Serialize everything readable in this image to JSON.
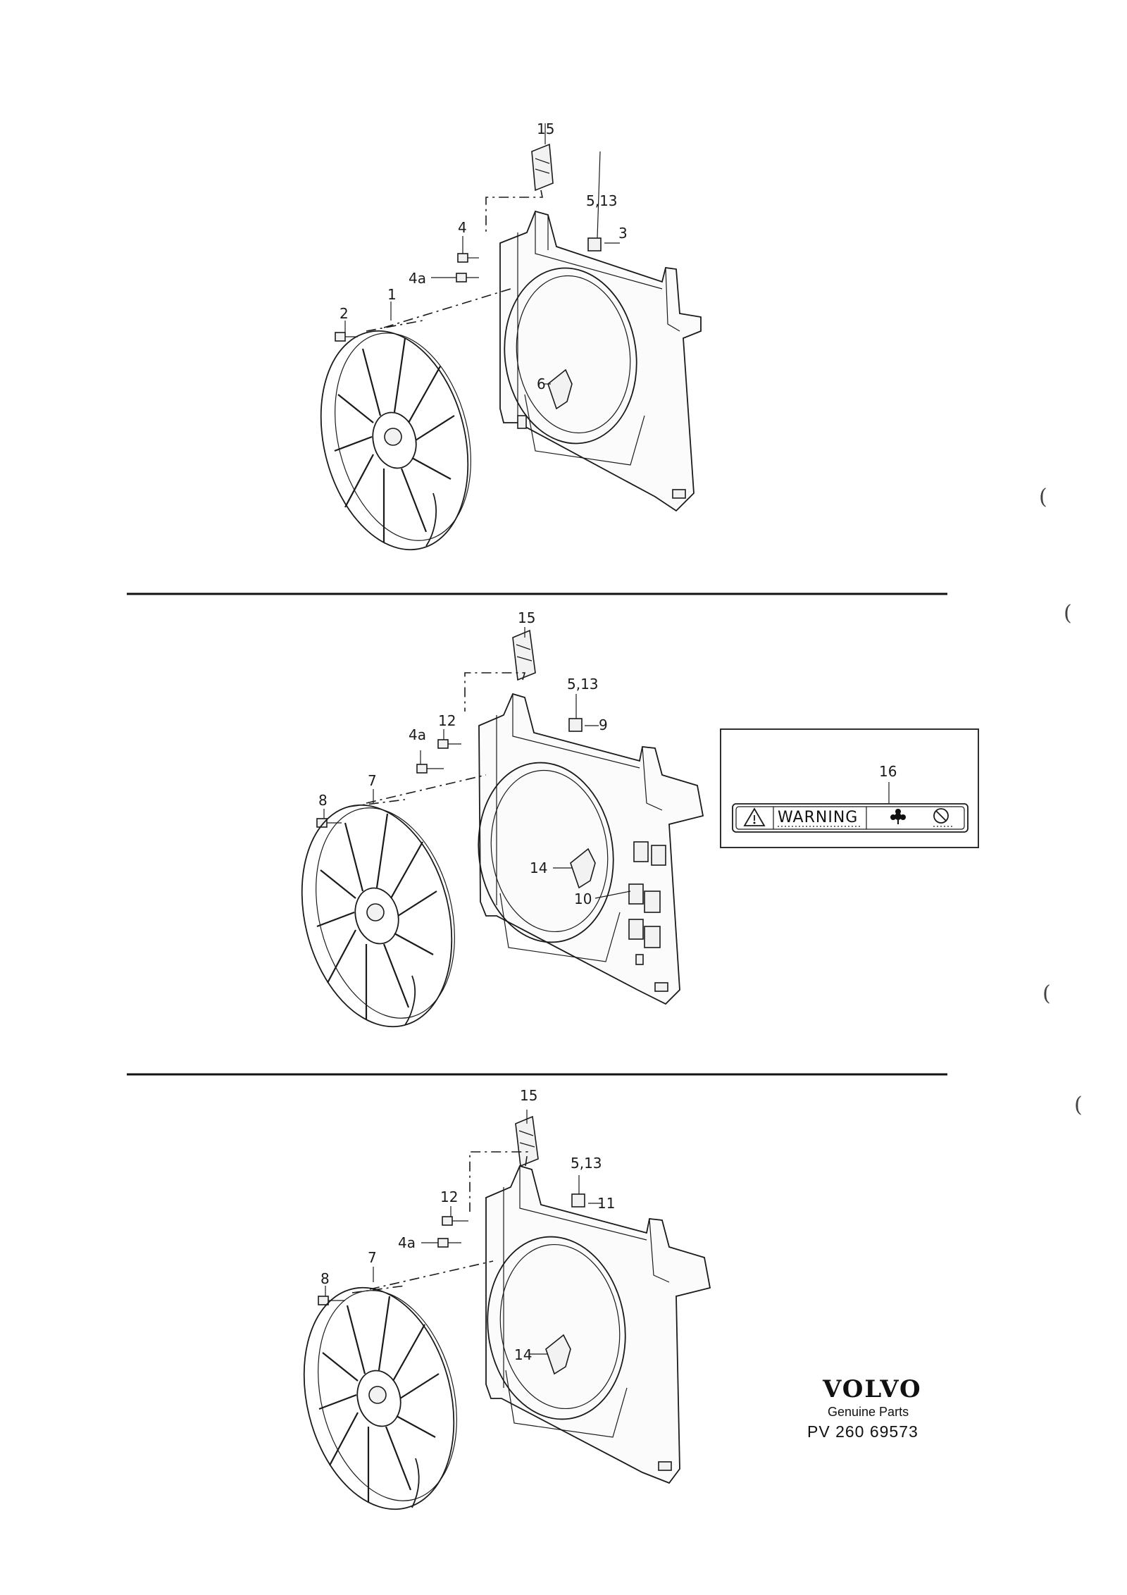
{
  "views": [
    {
      "id": "view-1",
      "callouts": {
        "c15": "15",
        "c513": "5,13",
        "c3": "3",
        "c4": "4",
        "c4a": "4a",
        "c1": "1",
        "c2": "2",
        "c6": "6"
      }
    },
    {
      "id": "view-2",
      "callouts": {
        "c15": "15",
        "c513": "5,13",
        "c9": "9",
        "c12": "12",
        "c4a": "4a",
        "c7": "7",
        "c8": "8",
        "c14": "14",
        "c10": "10"
      }
    },
    {
      "id": "view-3",
      "callouts": {
        "c15": "15",
        "c513": "5,13",
        "c11": "11",
        "c12": "12",
        "c4a": "4a",
        "c7": "7",
        "c8": "8",
        "c14": "14"
      }
    }
  ],
  "warning_label": {
    "callout": "16",
    "text": "WARNING",
    "icons": [
      "warning-triangle-icon",
      "fan-icon",
      "no-hand-icon"
    ]
  },
  "margin_marks": [
    "(",
    "(",
    "(",
    "("
  ],
  "brand": {
    "logo": "VOLVO",
    "tagline": "Genuine Parts",
    "reference": "PV 260 69573"
  }
}
